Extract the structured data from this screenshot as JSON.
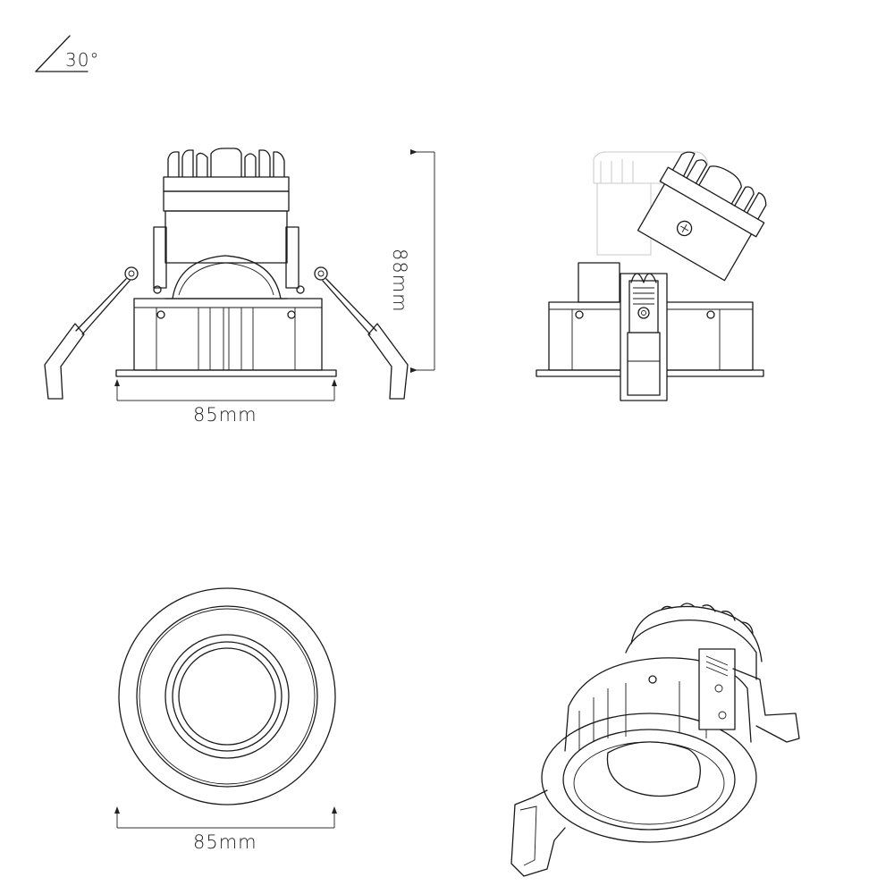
{
  "angle_label": "30°",
  "front_view": {
    "height_label": "88mm",
    "width_label": "85mm"
  },
  "top_view": {
    "width_label": "85mm"
  }
}
